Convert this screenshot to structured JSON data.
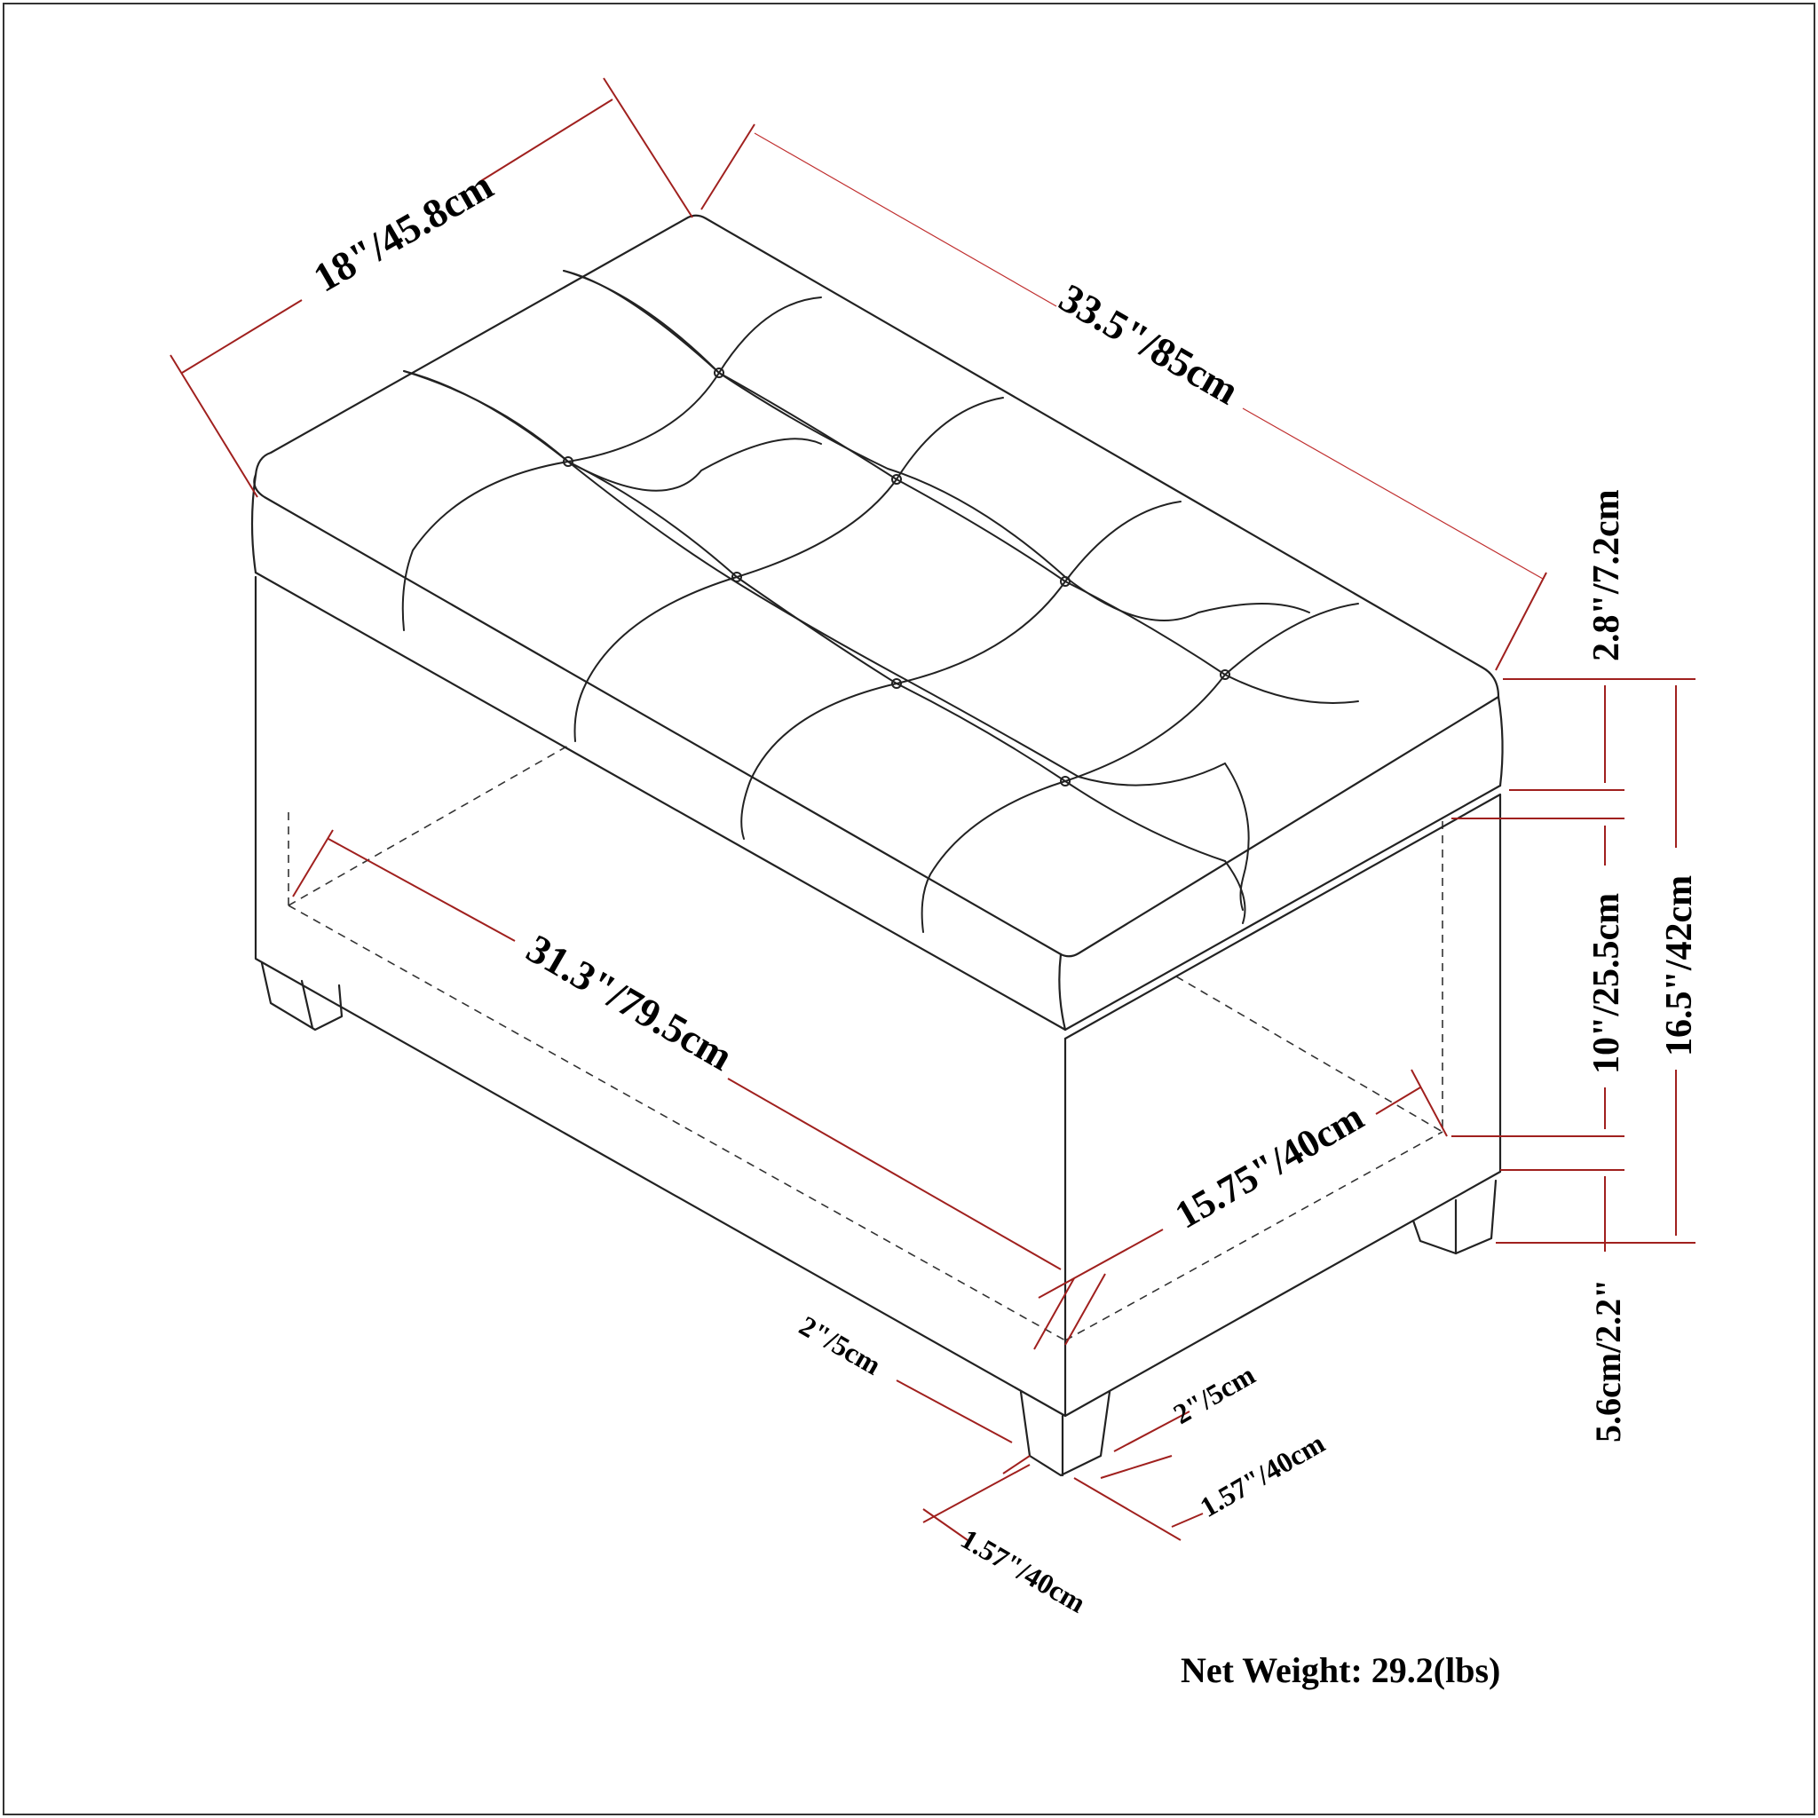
{
  "dimensions": {
    "depth_top": "18\"/45.8cm",
    "length_top": "33.5\"/85cm",
    "lid_height": "2.8\"/7.2cm",
    "body_height": "10\"/25.5cm",
    "total_height": "16.5\"/42cm",
    "leg_height": "5.6cm/2.2\"",
    "inner_length": "31.3\"/79.5cm",
    "inner_depth": "15.75\"/40cm",
    "leg_offset_left": "2\"/5cm",
    "leg_offset_right": "2\"/5cm",
    "leg_width_right": "1.57\"/40cm",
    "leg_width_left": "1.57\"/40cm"
  },
  "net_weight": "Net Weight: 29.2(lbs)",
  "colors": {
    "dimension_line": "#a0201e",
    "outline": "#222222",
    "frame": "#333333"
  }
}
